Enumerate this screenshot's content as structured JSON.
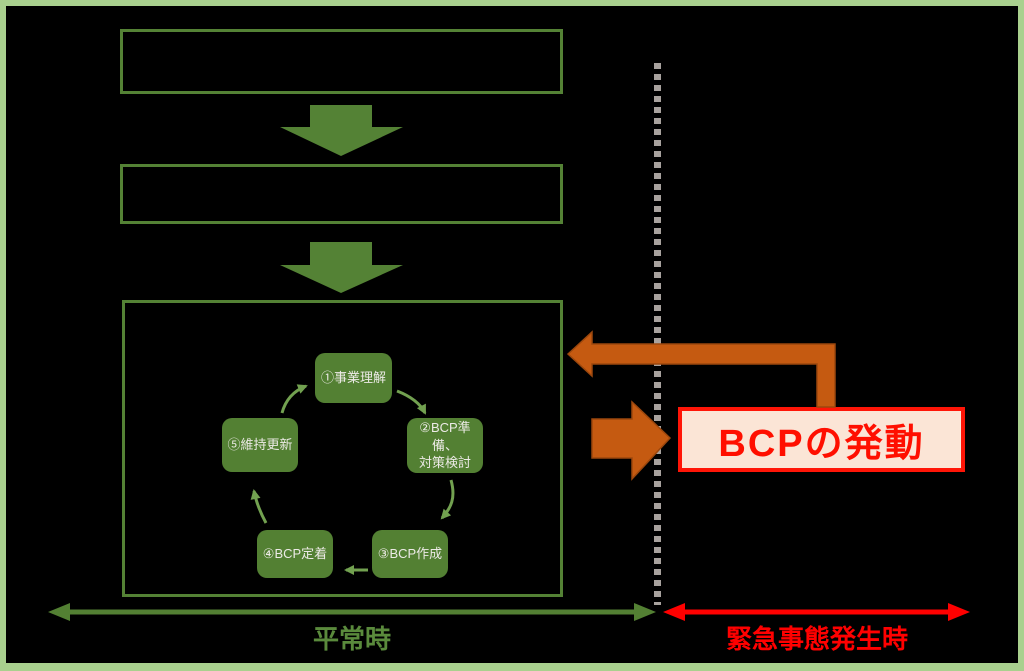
{
  "colors": {
    "frame_light_green": "#a9d08e",
    "line_green": "#548235",
    "node_green": "#538033",
    "cycle_arrow_green": "#72a150",
    "orange": "#c55a11",
    "red": "#ff0000",
    "bcp_box_fill": "#fbe5d6",
    "dotted_line_gray": "#a8a29e",
    "background": "#000000"
  },
  "flow": {
    "top_boxes": [
      {
        "label": ""
      },
      {
        "label": ""
      }
    ]
  },
  "cycle": {
    "nodes": [
      {
        "label": "①事業理解"
      },
      {
        "label_line1": "②BCP準備、",
        "label_line2": "対策検討"
      },
      {
        "label": "③BCP作成"
      },
      {
        "label": "④BCP定着"
      },
      {
        "label": "⑤維持更新"
      }
    ]
  },
  "emergency": {
    "bcp_activation_label": "BCPの発動"
  },
  "timeline": {
    "normal_label": "平常時",
    "emergency_label": "緊急事態発生時"
  }
}
